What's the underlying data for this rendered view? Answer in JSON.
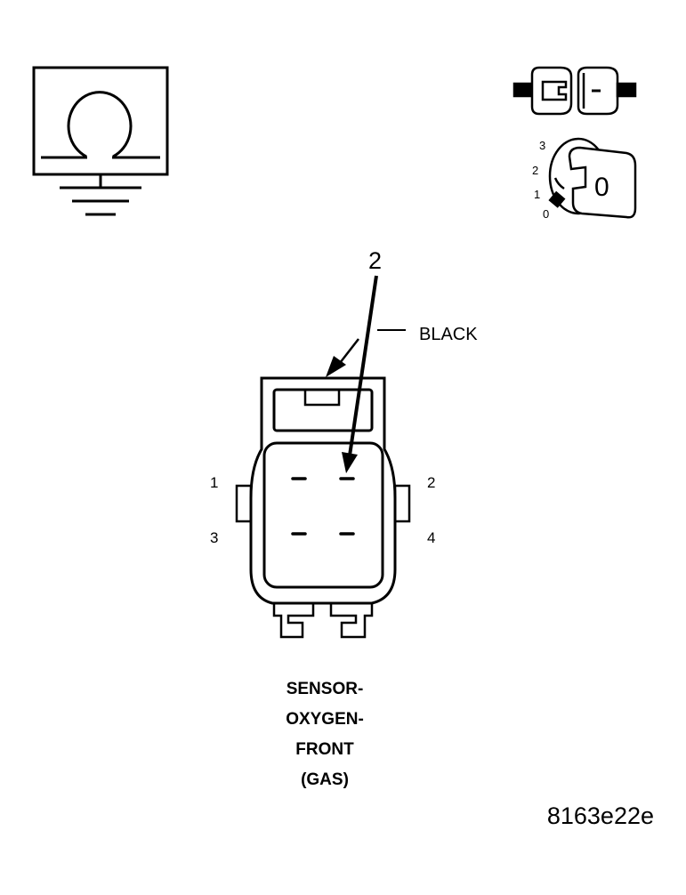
{
  "meter": {
    "symbol": "Ω"
  },
  "ignition": {
    "positions": [
      "3",
      "2",
      "1",
      "0"
    ],
    "key_label": "0"
  },
  "connector": {
    "pointer_number": "2",
    "color_label": "BLACK",
    "pins": [
      "1",
      "2",
      "3",
      "4"
    ]
  },
  "caption": {
    "lines": [
      "SENSOR-",
      "OXYGEN-",
      "FRONT",
      "(GAS)"
    ]
  },
  "figure_id": "8163e22e"
}
